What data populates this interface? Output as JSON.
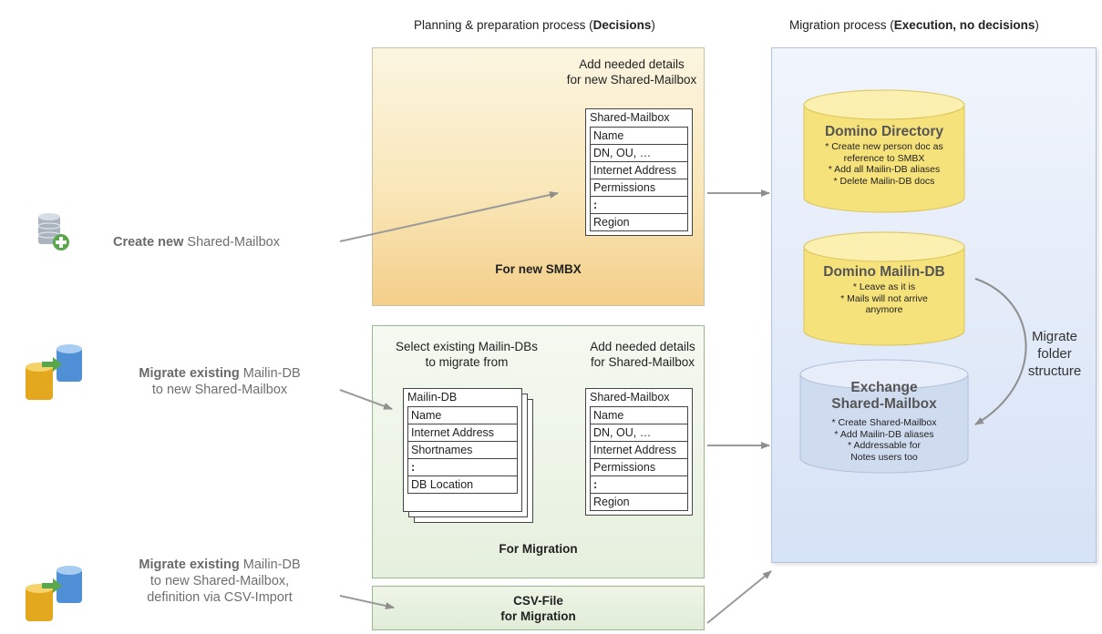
{
  "headers": {
    "planning": {
      "prefix": "Planning & preparation process (",
      "bold": "Decisions",
      "suffix": ")"
    },
    "migration": {
      "prefix": "Migration process (",
      "bold": "Execution, no decisions",
      "suffix": ")"
    }
  },
  "cases": [
    {
      "bold": "Create new",
      "rest": "Shared-Mailbox",
      "line2": "",
      "line3": "",
      "icon": "database-add-icon"
    },
    {
      "bold": "Migrate existing",
      "rest": "Mailin-DB",
      "line2": "to new Shared-Mailbox",
      "line3": "",
      "icon": "database-migrate-icon"
    },
    {
      "bold": "Migrate existing",
      "rest": "Mailin-DB",
      "line2": "to new Shared-Mailbox,",
      "line3": "definition via CSV-Import",
      "icon": "database-migrate-icon"
    }
  ],
  "panel_new": {
    "note_line1": "Add needed details",
    "note_line2": "for new Shared-Mailbox",
    "title": "For new SMBX",
    "table": {
      "header": "Shared-Mailbox",
      "rows": [
        "Name",
        "DN, OU, …",
        "Internet Address",
        "Permissions",
        ":",
        "Region"
      ]
    }
  },
  "panel_migration": {
    "note_left_line1": "Select existing Mailin-DBs",
    "note_left_line2": "to migrate from",
    "note_right_line1": "Add needed details",
    "note_right_line2": "for Shared-Mailbox",
    "title": "For Migration",
    "mailin_table": {
      "header": "Mailin-DB",
      "rows": [
        "Name",
        "Internet Address",
        "Shortnames",
        ":",
        "DB Location"
      ]
    },
    "smbx_table": {
      "header": "Shared-Mailbox",
      "rows": [
        "Name",
        "DN, OU, …",
        "Internet Address",
        "Permissions",
        ":",
        "Region"
      ]
    }
  },
  "panel_csv": {
    "line1": "CSV-File",
    "line2": "for Migration"
  },
  "execution": {
    "domino_directory": {
      "title": "Domino Directory",
      "desc": [
        "* Create new person doc as",
        "reference to SMBX",
        "* Add all Mailin-DB aliases",
        "* Delete Mailin-DB docs"
      ],
      "color": "#f6e27a"
    },
    "domino_mailin": {
      "title": "Domino Mailin-DB",
      "desc": [
        "* Leave as it is",
        "* Mails will not arrive",
        "anymore"
      ],
      "color": "#f6e27a"
    },
    "exchange": {
      "title_line1": "Exchange",
      "title_line2": "Shared-Mailbox",
      "desc": [
        "* Create Shared-Mailbox",
        "* Add Mailin-DB aliases",
        "* Addressable for",
        "Notes users too"
      ],
      "color": "#cfdcf0"
    },
    "migrate_label": [
      "Migrate",
      "folder",
      "structure"
    ]
  }
}
